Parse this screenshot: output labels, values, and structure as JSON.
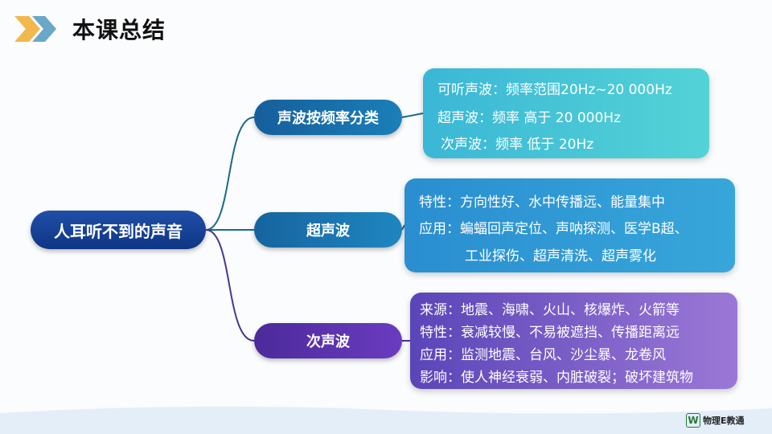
{
  "header": {
    "title": "本课总结"
  },
  "root": {
    "label": "人耳听不到的声音"
  },
  "branches": [
    {
      "label": "声波按频率分类",
      "lines": [
        "可听声波：频率范围20Hz~20 000Hz",
        "超声波：频率 高于 20 000Hz",
        "次声波：频率 低于 20Hz"
      ]
    },
    {
      "label": "超声波",
      "lines": [
        "特性：方向性好、水中传播远、能量集中",
        "应用：蝙蝠回声定位、声呐探测、医学B超、",
        "工业探伤、超声清洗、超声雾化"
      ]
    },
    {
      "label": "次声波",
      "lines": [
        "来源：地震、海啸、火山、核爆炸、火箭等",
        "特性：衰减较慢、不易被遮挡、传播距离远",
        "应用：监测地震、台风、沙尘暴、龙卷风",
        "影响：使人神经衰弱、内脏破裂；破坏建筑物"
      ]
    }
  ],
  "footer": {
    "logo_text": "物理E教通",
    "logo_mark": "W"
  }
}
